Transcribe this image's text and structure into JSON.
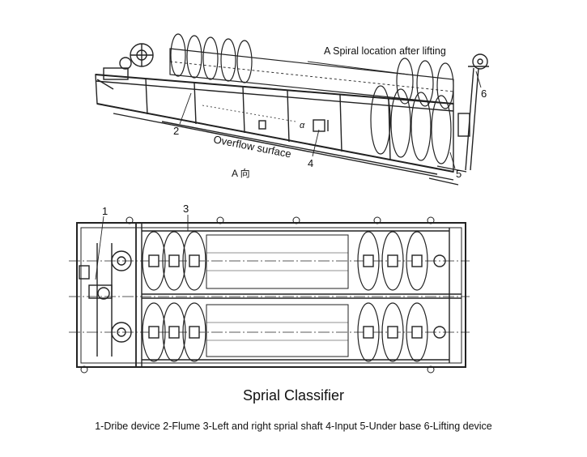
{
  "labels": {
    "spiral_location": "A Spiral location after lifting",
    "overflow_surface": "Overflow surface",
    "view_a": "A 向",
    "alpha": "α",
    "n1": "1",
    "n2": "2",
    "n3": "3",
    "n4": "4",
    "n5": "5",
    "n6": "6"
  },
  "caption": "Sprial Classifier",
  "legend": "1-Dribe device  2-Flume  3-Left and right sprial shaft  4-Input   5-Under base  6-Lifting device"
}
